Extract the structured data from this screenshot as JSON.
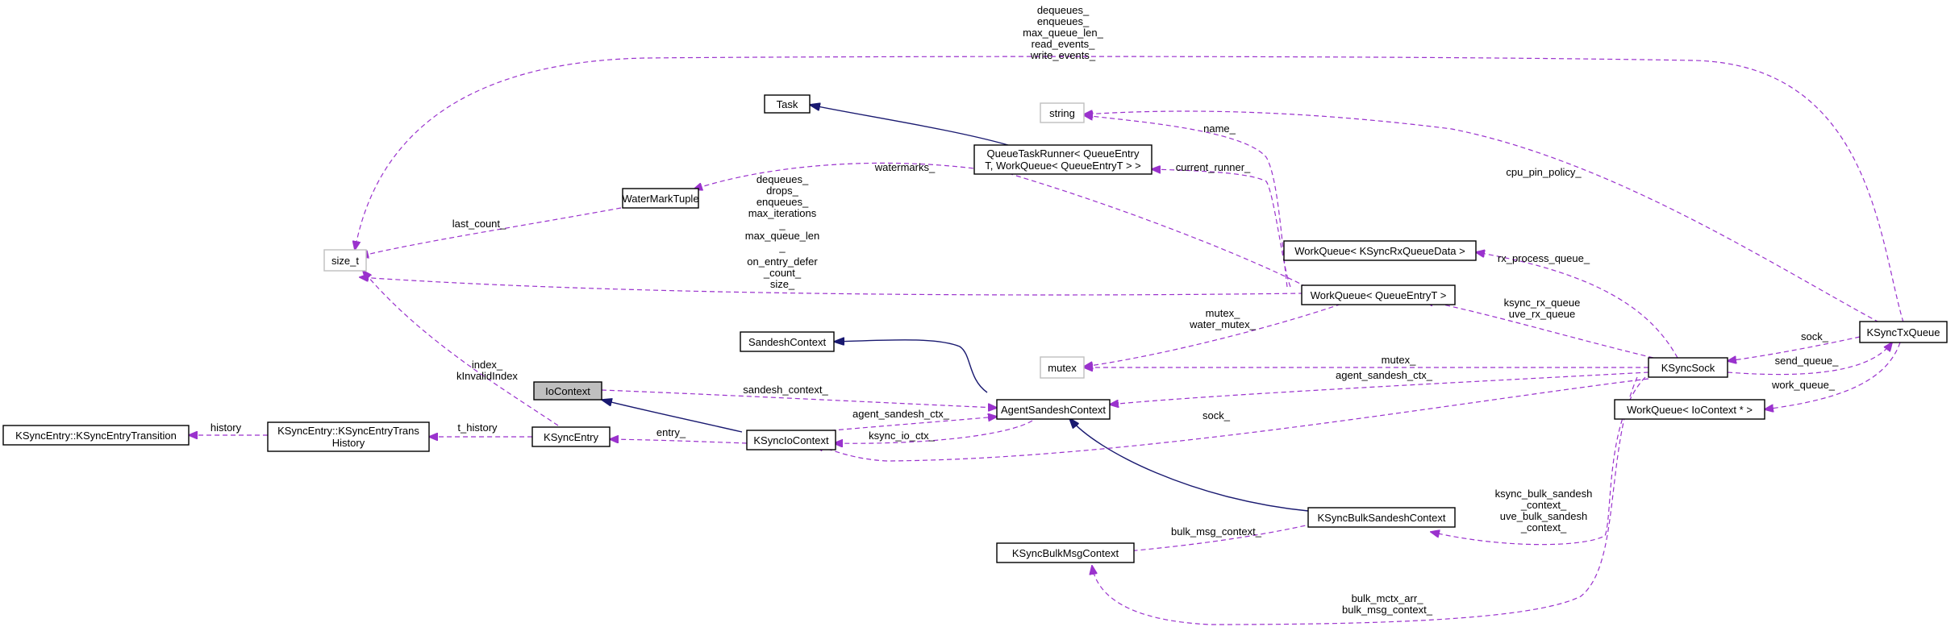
{
  "nodes": {
    "dequeues_top": "",
    "task": "Task",
    "string": "string",
    "queue_task_runner": [
      "QueueTaskRunner< QueueEntry",
      "T, WorkQueue< QueueEntryT > >"
    ],
    "watermark_tuple": "WaterMarkTuple",
    "size_t": "size_t",
    "wq_rx": "WorkQueue< KSyncRxQueueData >",
    "wq_entry": "WorkQueue< QueueEntryT >",
    "sandesh_context": "SandeshContext",
    "mutex": "mutex",
    "io_context": "IoContext",
    "agent_sandesh_context": "AgentSandeshContext",
    "ksync_sock": "KSyncSock",
    "ksync_tx_queue": "KSyncTxQueue",
    "wq_io": "WorkQueue< IoContext * >",
    "ksync_entry_transition": "KSyncEntry::KSyncEntryTransition",
    "ksync_entry_trans_history": [
      "KSyncEntry::KSyncEntryTrans",
      "History"
    ],
    "ksync_entry": "KSyncEntry",
    "ksync_io_context": "KSyncIoContext",
    "ksync_bulk_sandesh_context": "KSyncBulkSandeshContext",
    "ksync_bulk_msg_context": "KSyncBulkMsgContext"
  },
  "labels": {
    "top_fields": [
      "dequeues_",
      "enqueues_",
      "max_queue_len_",
      "read_events_",
      "write_events_"
    ],
    "name": "name_",
    "cpu_pin_policy": "cpu_pin_policy_",
    "current_runner": "current_runner_",
    "watermarks": "watermarks_",
    "last_count": "last_count_",
    "wq_fields": [
      "dequeues_",
      "drops_",
      "enqueues_",
      "max_iterations",
      "_",
      "max_queue_len",
      "_",
      "on_entry_defer",
      "_count_",
      "size_"
    ],
    "rx_process_queue": "rx_process_queue_",
    "ksync_rx_queue": [
      "ksync_rx_queue",
      "uve_rx_queue"
    ],
    "mutex_fields": [
      "mutex_",
      "water_mutex_"
    ],
    "index_fields": [
      "index_",
      "kInvalidIndex"
    ],
    "sock": "sock_",
    "send_queue": "send_queue_",
    "mutex_sock": "mutex_",
    "agent_sandesh_ctx_sock": "agent_sandesh_ctx_",
    "work_queue": "work_queue_",
    "sandesh_context_label": "sandesh_context_",
    "agent_sandesh_ctx_io": "agent_sandesh_ctx_",
    "sock_io": "sock_",
    "history": "history",
    "t_history": "t_history",
    "entry": "entry_",
    "ksync_io_ctx": "ksync_io_ctx_",
    "bulk_sandesh": [
      "ksync_bulk_sandesh",
      "_context_",
      "uve_bulk_sandesh",
      "_context_"
    ],
    "bulk_msg_context": "bulk_msg_context_",
    "bulk_mctx": [
      "bulk_mctx_arr_",
      "bulk_msg_context_"
    ]
  },
  "colors": {
    "usage_edge": "#9a32cd",
    "inherit_edge": "#191970",
    "focus_fill": "#bfbfbf",
    "external_border": "#bfbfbf"
  }
}
